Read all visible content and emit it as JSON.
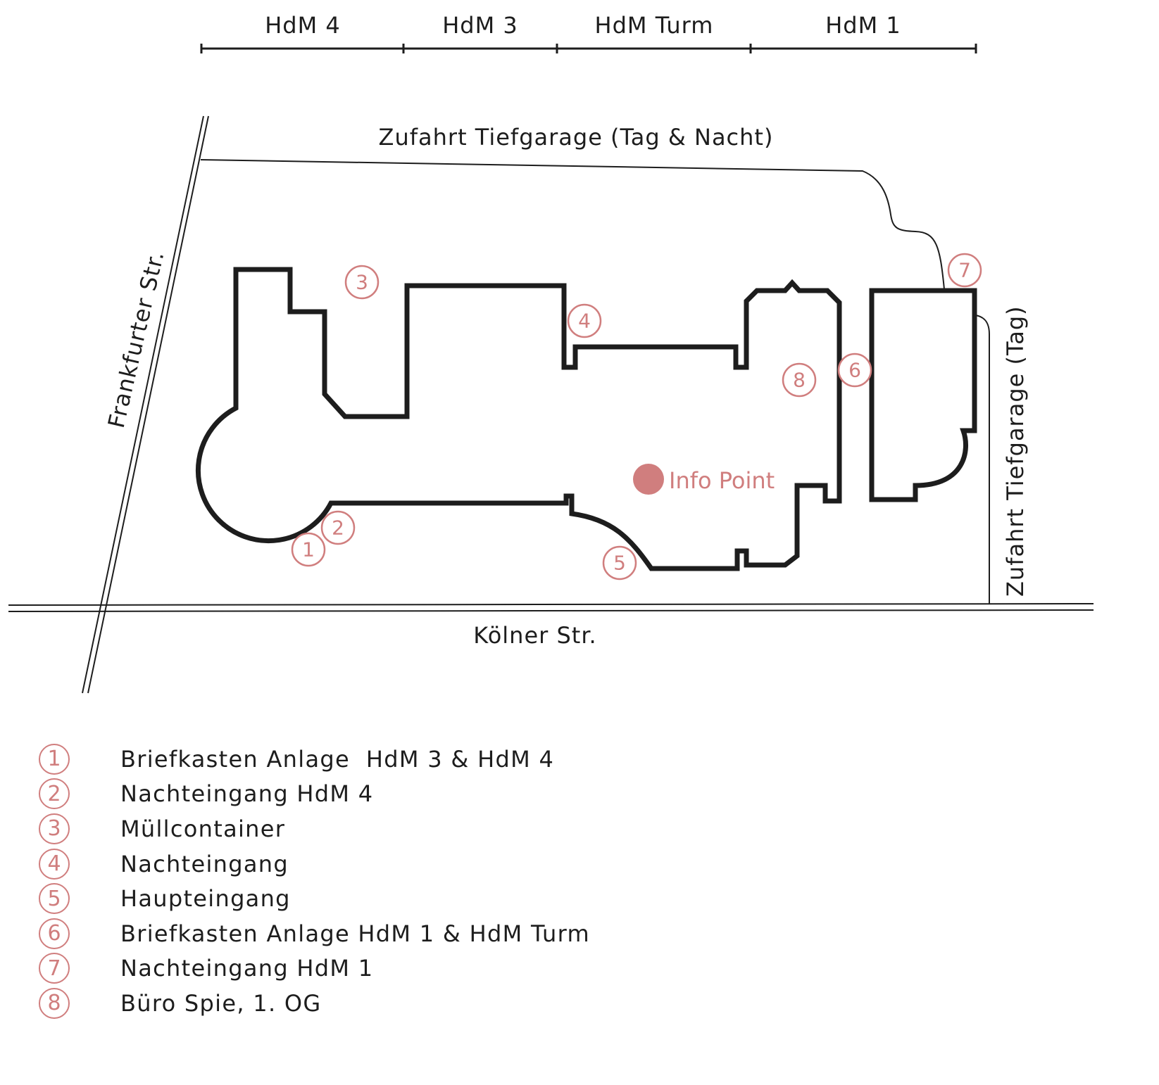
{
  "buildings_scale": [
    "HdM 4",
    "HdM 3",
    "HdM Turm",
    "HdM 1"
  ],
  "streets": {
    "top_road": "Zufahrt Tiefgarage (Tag & Nacht)",
    "left_street": "Frankfurter Str.",
    "bottom_street": "Kölner Str.",
    "right_road": "Zufahrt Tiefgarage (Tag)"
  },
  "info_point": "Info Point",
  "colors": {
    "accent": "#d07e7e",
    "line": "#1d1d1d"
  },
  "markers": [
    "1",
    "2",
    "3",
    "4",
    "5",
    "6",
    "7",
    "8"
  ],
  "legend": [
    {
      "num": "1",
      "text": "Briefkasten Anlage  HdM 3 & HdM 4"
    },
    {
      "num": "2",
      "text": "Nachteingang HdM 4"
    },
    {
      "num": "3",
      "text": "Müllcontainer"
    },
    {
      "num": "4",
      "text": "Nachteingang"
    },
    {
      "num": "5",
      "text": "Haupteingang"
    },
    {
      "num": "6",
      "text": "Briefkasten Anlage HdM 1 & HdM Turm"
    },
    {
      "num": "7",
      "text": "Nachteingang HdM 1"
    },
    {
      "num": "8",
      "text": "Büro Spie, 1. OG"
    }
  ]
}
